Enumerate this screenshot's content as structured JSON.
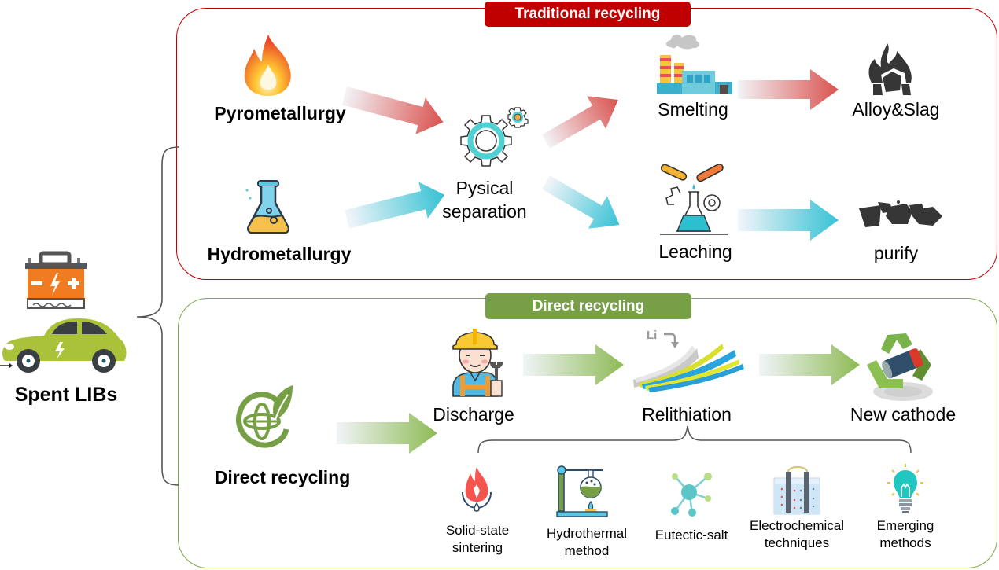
{
  "source": {
    "label": "Spent LIBs",
    "icons": [
      "battery-icon",
      "electric-car-icon"
    ]
  },
  "traditional": {
    "title": "Traditional recycling",
    "color": "#c00000",
    "inputs": [
      {
        "label": "Pyrometallurgy",
        "icon": "fire-icon"
      },
      {
        "label": "Hydrometallurgy",
        "icon": "flask-icon"
      }
    ],
    "middle": {
      "label_line1": "Pysical",
      "label_line2": "separation",
      "icon": "gears-icon"
    },
    "pyro_path": [
      {
        "label": "Smelting",
        "icon": "factory-icon"
      },
      {
        "label": "Alloy&Slag",
        "icon": "slag-icon"
      }
    ],
    "hydro_path": [
      {
        "label": "Leaching",
        "icon": "lab-flask-icon"
      },
      {
        "label": "purify",
        "icon": "purified-pieces-icon"
      }
    ],
    "arrow_colors": {
      "pyro": "#d9534f",
      "hydro": "#3cc3d3"
    }
  },
  "direct": {
    "title": "Direct recycling",
    "color": "#77a046",
    "input": {
      "label": "Direct recycling",
      "icon": "eco-globe-icon"
    },
    "steps": [
      {
        "label": "Discharge",
        "icon": "worker-icon"
      },
      {
        "label": "Relithiation",
        "icon": "relithiation-layers-icon",
        "annotation": "Li"
      },
      {
        "label": "New cathode",
        "icon": "recycle-battery-icon"
      }
    ],
    "methods": [
      {
        "line1": "Solid-state",
        "line2": "sintering",
        "icon": "flame-drop-icon"
      },
      {
        "line1": "Hydrothermal",
        "line2": "method",
        "icon": "hydrothermal-stand-icon"
      },
      {
        "line1": "Eutectic-salt",
        "line2": "",
        "icon": "molecule-icon"
      },
      {
        "line1": "Electrochemical",
        "line2": "techniques",
        "icon": "electrolysis-cell-icon"
      },
      {
        "line1": "Emerging",
        "line2": "methods",
        "icon": "lightbulb-icon"
      }
    ]
  }
}
